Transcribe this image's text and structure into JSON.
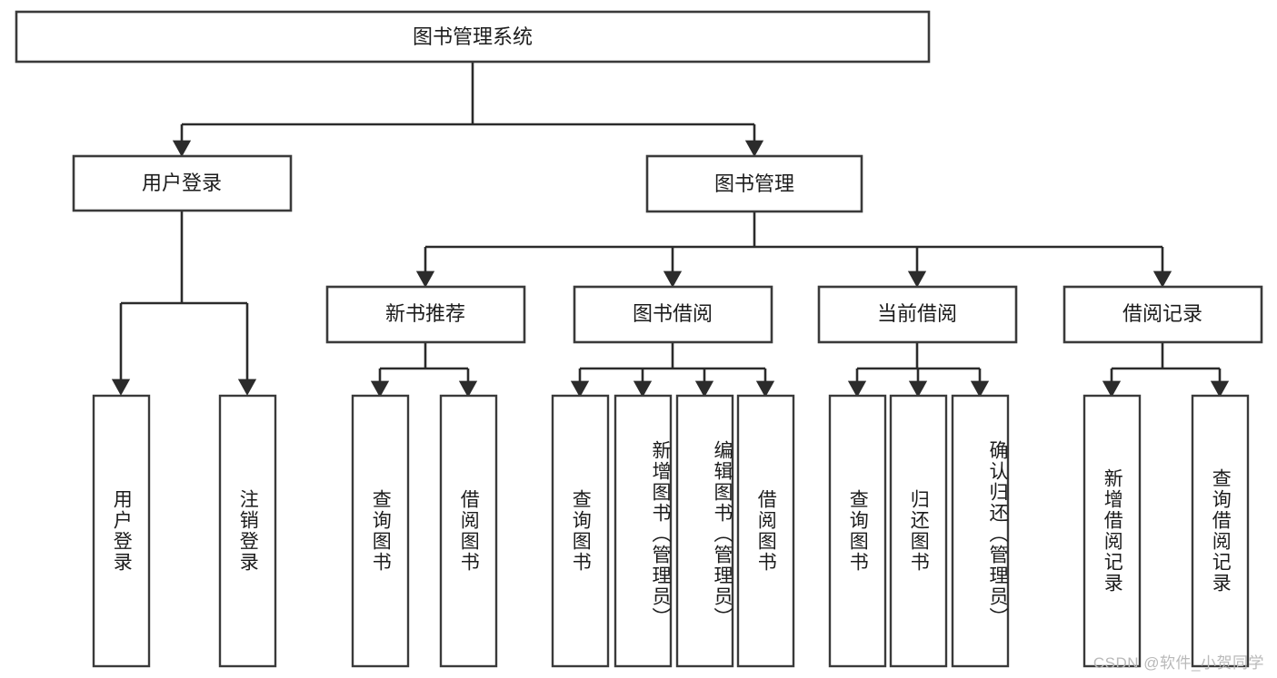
{
  "diagram": {
    "type": "tree-hierarchy-chart",
    "title": "图书管理系统",
    "root": {
      "label": "图书管理系统"
    },
    "level2": [
      {
        "id": "user-login",
        "label": "用户登录"
      },
      {
        "id": "book-management",
        "label": "图书管理"
      }
    ],
    "level3": [
      {
        "id": "new-book-recommend",
        "label": "新书推荐",
        "parent": "book-management"
      },
      {
        "id": "book-borrow",
        "label": "图书借阅",
        "parent": "book-management"
      },
      {
        "id": "current-borrow",
        "label": "当前借阅",
        "parent": "book-management"
      },
      {
        "id": "borrow-record",
        "label": "借阅记录",
        "parent": "book-management"
      }
    ],
    "leaves": [
      {
        "id": "leaf-user-login",
        "label": "用户登录",
        "parent": "user-login"
      },
      {
        "id": "leaf-logout-login",
        "label": "注销登录",
        "parent": "user-login"
      },
      {
        "id": "leaf-query-book-1",
        "label": "查询图书",
        "parent": "new-book-recommend"
      },
      {
        "id": "leaf-borrow-book-1",
        "label": "借阅图书",
        "parent": "new-book-recommend"
      },
      {
        "id": "leaf-query-book-2",
        "label": "查询图书",
        "parent": "book-borrow"
      },
      {
        "id": "leaf-add-book",
        "label": "新增图书（管理员）",
        "parent": "book-borrow"
      },
      {
        "id": "leaf-edit-book",
        "label": "编辑图书（管理员）",
        "parent": "book-borrow"
      },
      {
        "id": "leaf-borrow-book-2",
        "label": "借阅图书",
        "parent": "book-borrow"
      },
      {
        "id": "leaf-query-book-3",
        "label": "查询图书",
        "parent": "current-borrow"
      },
      {
        "id": "leaf-return-book",
        "label": "归还图书",
        "parent": "current-borrow"
      },
      {
        "id": "leaf-confirm-return",
        "label": "确认归还（管理员）",
        "parent": "current-borrow"
      },
      {
        "id": "leaf-add-record",
        "label": "新增借阅记录",
        "parent": "borrow-record"
      },
      {
        "id": "leaf-query-record",
        "label": "查询借阅记录",
        "parent": "borrow-record"
      }
    ]
  },
  "watermark": {
    "text": "CSDN @软件_小贺同学"
  },
  "colors": {
    "box_stroke": "#3a3a3a",
    "connector": "#2b2b2b",
    "background": "#ffffff",
    "text": "#1c1c1c",
    "watermark": "#b9b9b9"
  }
}
